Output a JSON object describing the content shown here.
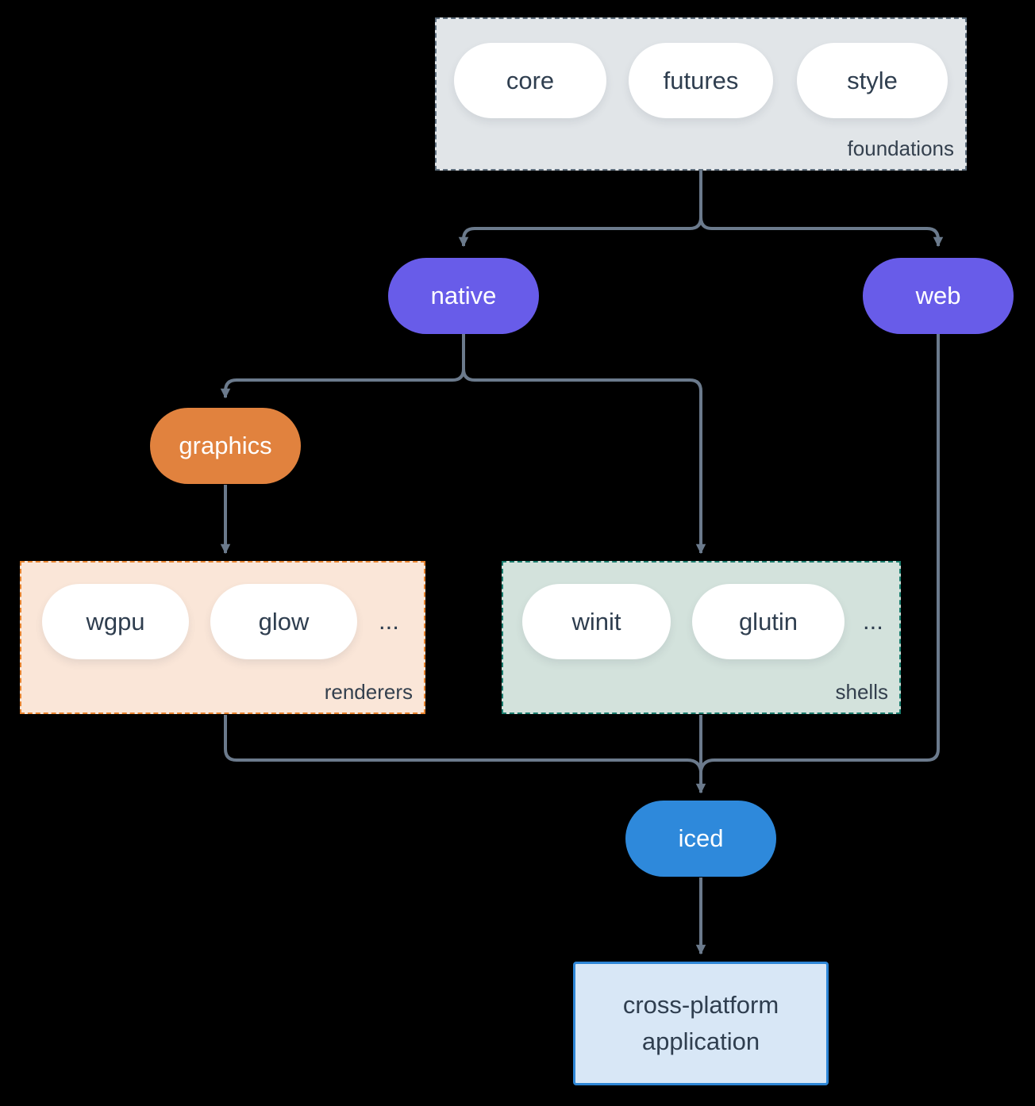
{
  "foundations": {
    "label": "foundations",
    "pills": [
      "core",
      "futures",
      "style"
    ]
  },
  "native": {
    "label": "native"
  },
  "web": {
    "label": "web"
  },
  "graphics": {
    "label": "graphics"
  },
  "renderers": {
    "label": "renderers",
    "pills": [
      "wgpu",
      "glow"
    ],
    "ellipsis": "..."
  },
  "shells": {
    "label": "shells",
    "pills": [
      "winit",
      "glutin"
    ],
    "ellipsis": "..."
  },
  "iced": {
    "label": "iced"
  },
  "application": {
    "lines": [
      "cross-platform",
      "application"
    ]
  },
  "colors": {
    "background": "#000000",
    "connector": "#6b7a8c",
    "foundations_bg": "#e1e5e8",
    "foundations_border": "#5f6f7e",
    "node_purple": "#685ce9",
    "node_orange": "#e1823e",
    "node_blue": "#2e89db",
    "renderers_bg": "#fae6d8",
    "renderers_border": "#e8842f",
    "shells_bg": "#d3e2dc",
    "shells_border": "#1b7d6e",
    "application_bg": "#d8e7f6",
    "application_border": "#2e86d6",
    "pill_bg": "#ffffff",
    "text_dark": "#2f3e4f",
    "text_light": "#ffffff"
  }
}
